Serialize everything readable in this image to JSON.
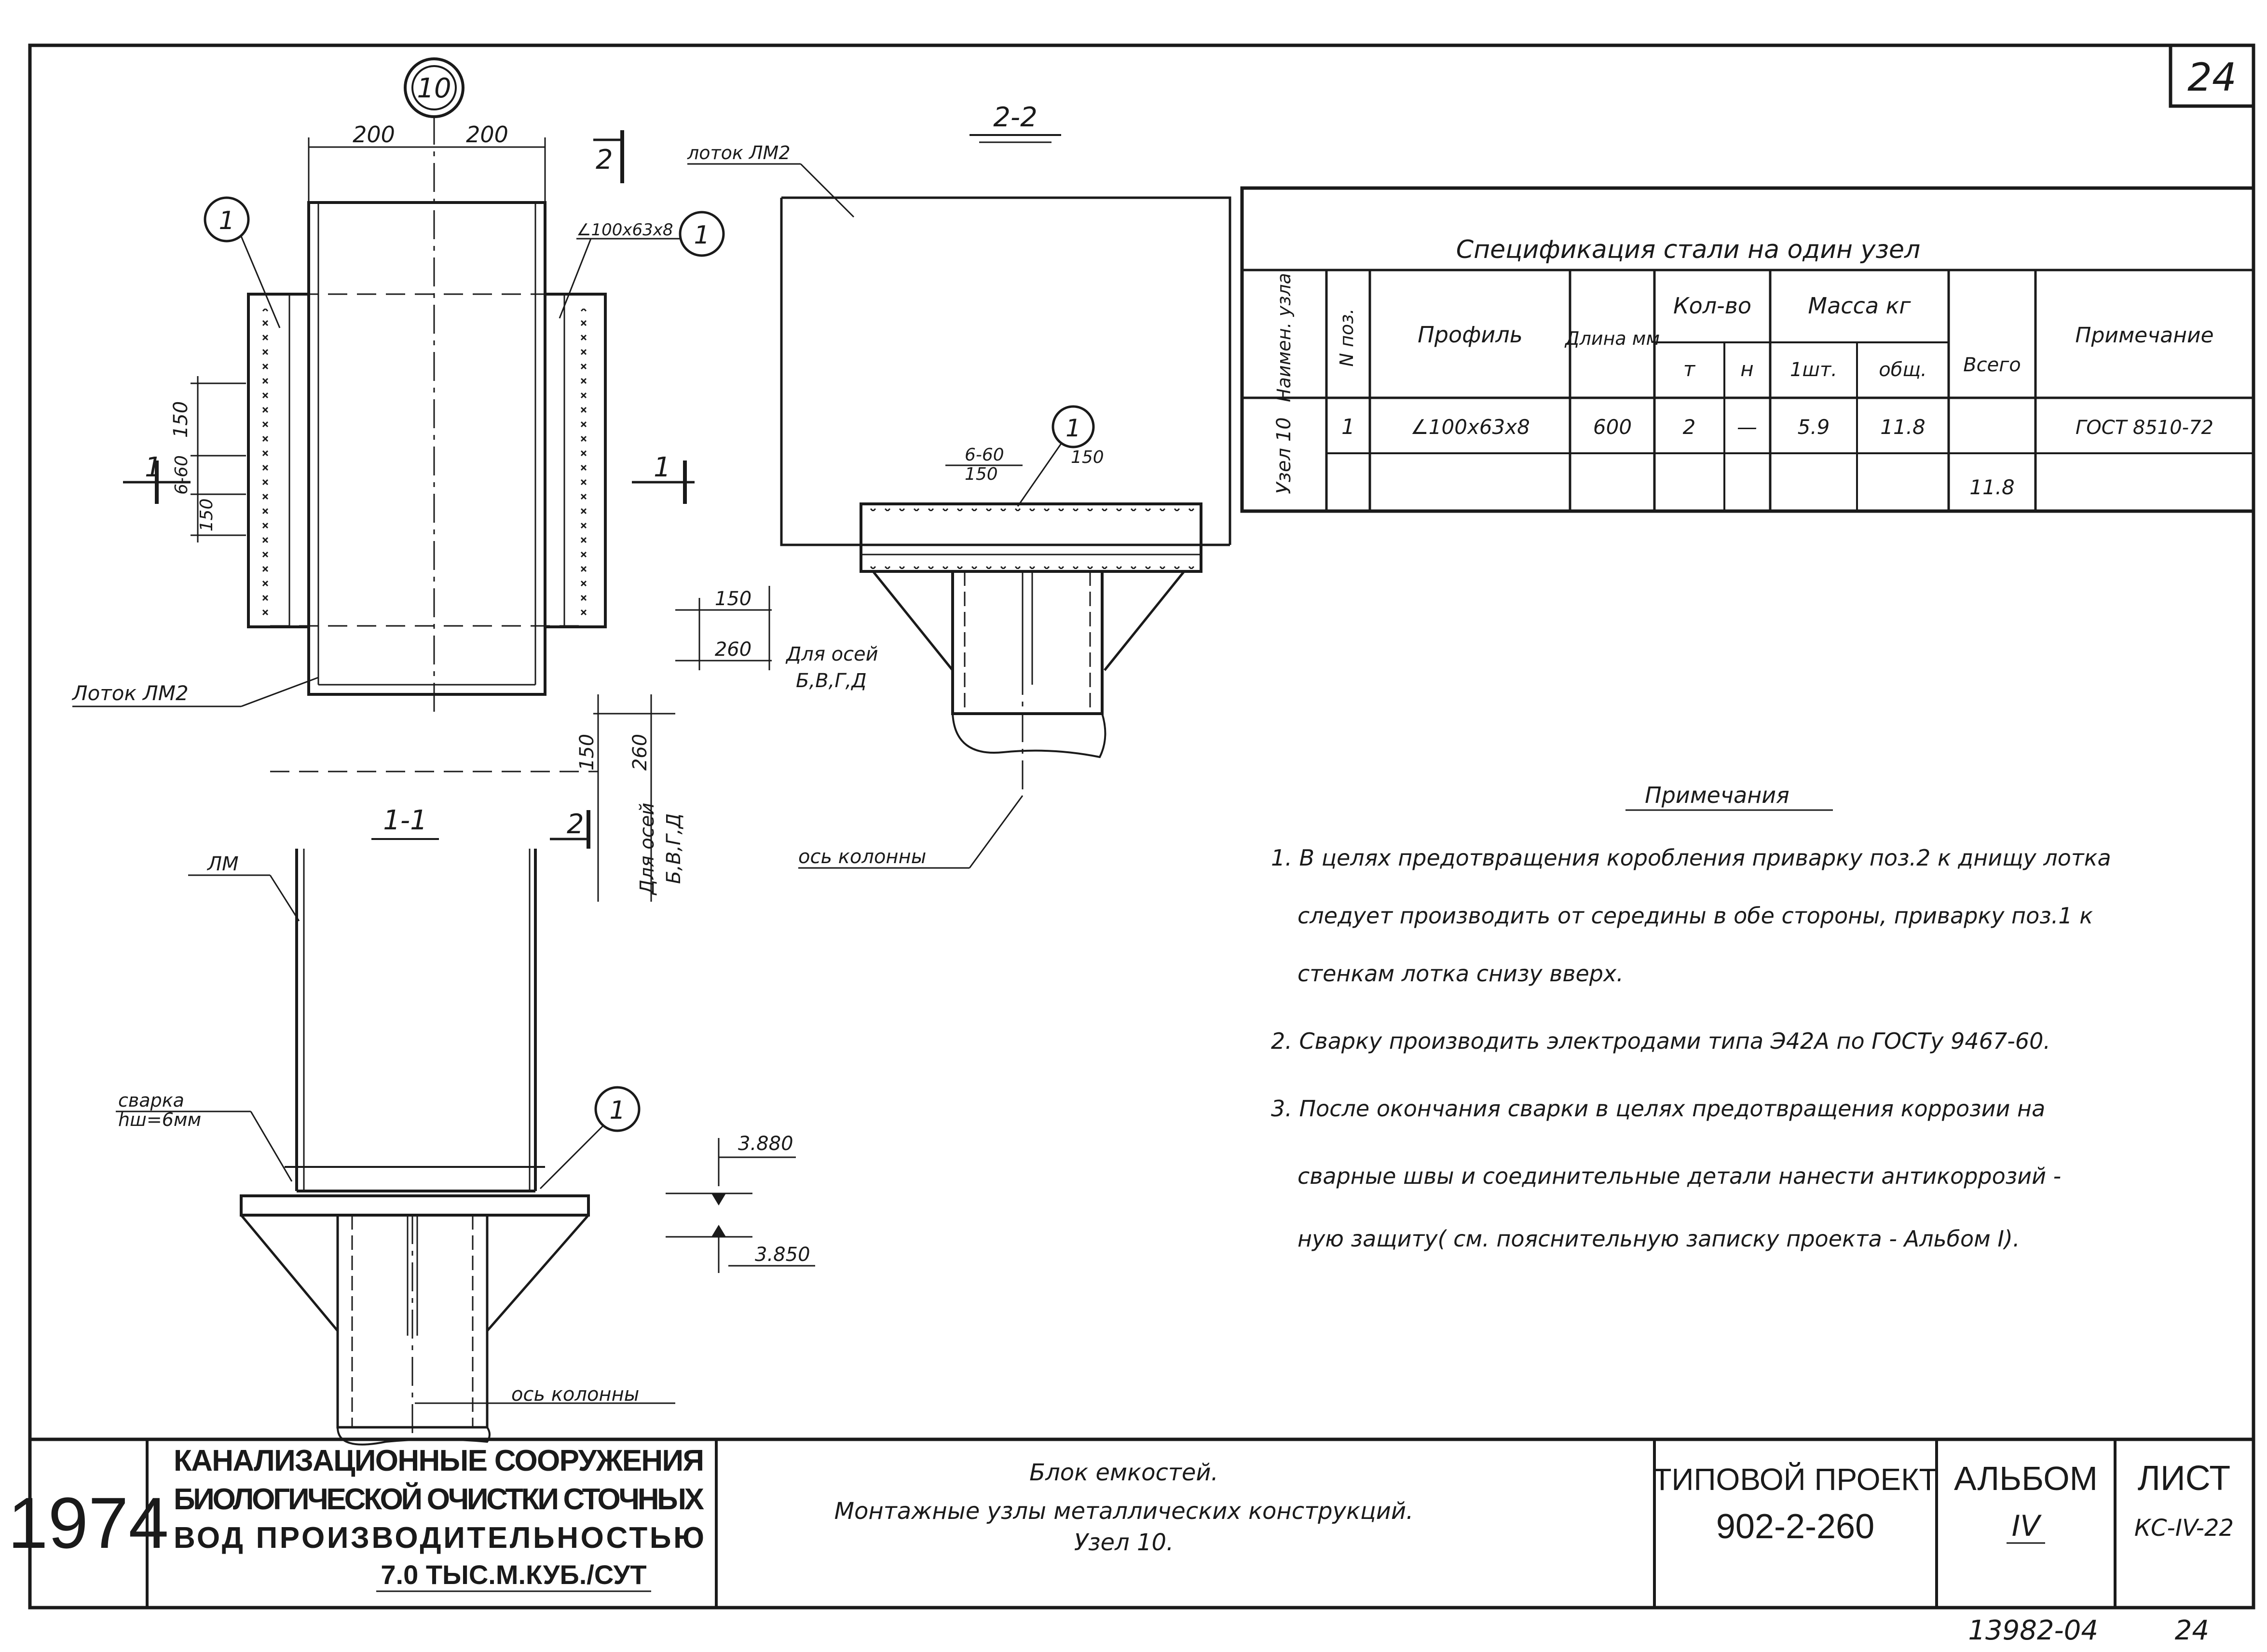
{
  "sheet_number_corner": "24",
  "drawing": {
    "node_marker": "10",
    "dims_top": [
      "200",
      "200"
    ],
    "section_2_mark": "2",
    "section_1_mark": "1",
    "pos_marker": "1",
    "label_angle_top": "∠100x63x8",
    "label_lotok_top": "лоток ЛМ2",
    "label_lotok_left": "Лоток ЛМ2",
    "dims_side_150_a": "150",
    "dims_side_6_60": "6-60",
    "dims_side_150_b": "150",
    "section_22_title": "2-2",
    "section_11_title": "1-1",
    "s22_dim_6_60": "6-60",
    "s22_dim_150_a": "150",
    "s22_dim_150_b": "150",
    "dim_150": "150",
    "dim_260": "260",
    "axes_note_1": "Для осей",
    "axes_note_2": "Б,В,Г,Д",
    "vdim_150": "150",
    "vdim_260": "260",
    "vaxes_note_1": "Для осей",
    "vaxes_note_2": "Б,В,Г,Д",
    "label_os_kolonny_1": "ось колонны",
    "label_os_kolonny_2": "ось колонны",
    "label_lm": "ЛМ",
    "label_svarka_1": "сварка",
    "label_svarka_2": "hш=6мм",
    "elev_top": "3.880",
    "elev_bottom": "3.850"
  },
  "spec_table": {
    "title": "Спецификация стали на один узел",
    "headers": {
      "naimen_uzla": "Наимен. узла",
      "n_poz": "N поз.",
      "profil": "Профиль",
      "dlina": "Длина мм",
      "kol_vo": "Кол-во",
      "t": "т",
      "n": "н",
      "massa": "Масса кг",
      "one": "1шт.",
      "obsh": "общ.",
      "vsego": "Всего",
      "primechanie": "Примечание"
    },
    "row": {
      "uzel": "Узел 10",
      "poz": "1",
      "profil": "∠100x63x8",
      "dlina": "600",
      "t": "2",
      "n": "—",
      "one": "5.9",
      "obsh": "11.8",
      "vsego": "11.8",
      "primechanie": "ГОСТ 8510-72"
    }
  },
  "notes": {
    "heading": "Примечания",
    "lines": [
      "1. В целях предотвращения коробления приварку поз.2 к днищу лотка",
      "следует производить от середины в обе стороны, приварку поз.1 к",
      "стенкам лотка снизу вверх.",
      "2. Сварку производить электродами типа Э42А по ГОСТу 9467-60.",
      "3. После окончания сварки в целях предотвращения коррозии на",
      "сварные швы и соединительные детали нанести антикоррозий -",
      "ную защиту( см. пояснительную записку проекта - Альбом I)."
    ]
  },
  "title_block": {
    "year": "1974",
    "org_lines": [
      "КАНАЛИЗАЦИОННЫЕ СООРУЖЕНИЯ",
      "БИОЛОГИЧЕСКОЙ ОЧИСТКИ СТОЧНЫХ",
      "ВОД ПРОИЗВОДИТЕЛЬНОСТЬЮ",
      "7.0 ТЫС.М.КУБ./СУТ"
    ],
    "desc_lines": [
      "Блок емкостей.",
      "Монтажные узлы металлических конструкций.",
      "Узел 10."
    ],
    "project_label": "ТИПОВОЙ ПРОЕКТ",
    "project_number": "902-2-260",
    "album_label": "АЛЬБОМ",
    "album_number": "IV",
    "sheet_label": "ЛИСТ",
    "sheet_code": "КС-IV-22"
  },
  "archive_number": "13982-04",
  "archive_page": "24"
}
